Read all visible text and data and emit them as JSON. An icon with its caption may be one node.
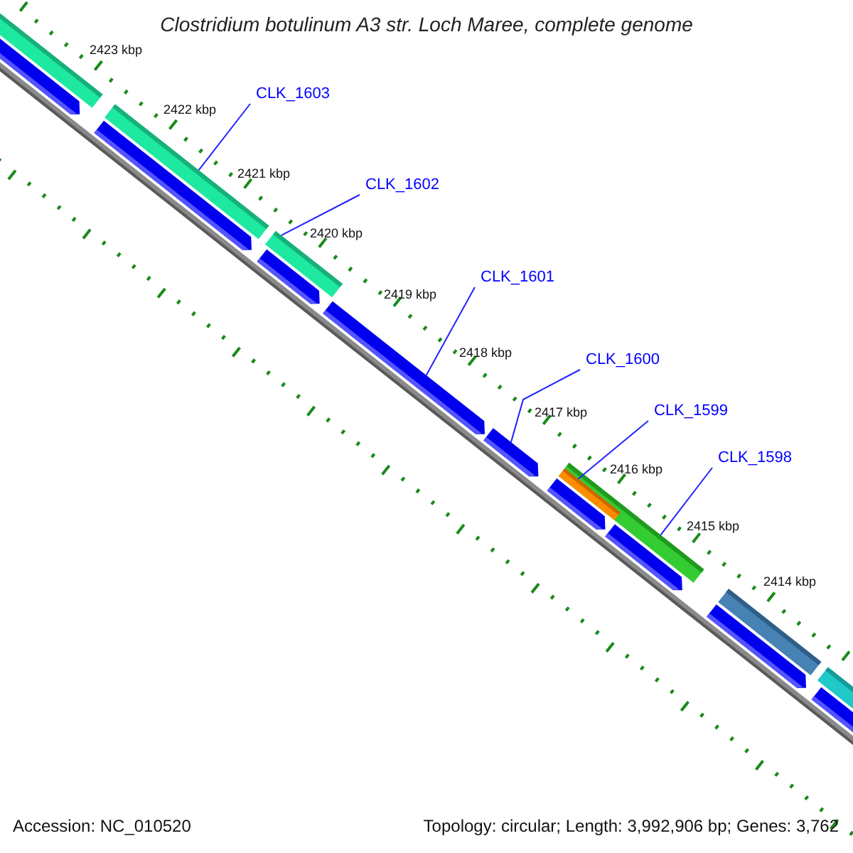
{
  "diagram": {
    "title": "Clostridium botulinum A3 str. Loch Maree, complete genome",
    "nodes": [
      {
        "text": [
          "CLK_1603"
        ]
      },
      {
        "text": [
          "CLK_1602"
        ]
      },
      {
        "text": [
          "CLK_1601"
        ]
      },
      {
        "text": [
          "CLK_1600"
        ]
      },
      {
        "text": [
          "CLK_1599"
        ]
      },
      {
        "text": [
          "CLK_1598"
        ]
      },
      {
        "text": [],
        "shape": "bar"
      },
      {
        "text": [],
        "shape": "box"
      },
      {
        "text": [],
        "shape": "bar"
      },
      {
        "text": [],
        "shape": "box"
      },
      {
        "text": [],
        "shape": "bar"
      },
      {
        "text": [],
        "shape": "box"
      },
      {
        "text": [],
        "shape": "box"
      },
      {
        "text": [],
        "shape": "box"
      },
      {
        "text": [],
        "shape": "bar"
      },
      {
        "text": [],
        "shape": "bar",
        "in": 14
      },
      {
        "text": [],
        "shape": "box"
      },
      {
        "text": [],
        "shape": "box"
      },
      {
        "text": [],
        "shape": "bar"
      },
      {
        "text": [],
        "shape": "box"
      },
      {
        "text": [],
        "shape": "bar"
      },
      {
        "text": [],
        "shape": "box"
      }
    ],
    "edges": [
      {
        "from": 0,
        "to": 8,
        "arrow": "none"
      },
      {
        "from": 1,
        "to": 10,
        "arrow": "none"
      },
      {
        "from": 2,
        "to": 12,
        "arrow": "none"
      },
      {
        "from": 3,
        "to": 13,
        "arrow": "none"
      },
      {
        "from": 4,
        "to": 15,
        "arrow": "none"
      },
      {
        "from": 5,
        "to": 14,
        "arrow": "none"
      }
    ],
    "labels": [
      "2423 kbp",
      "2422 kbp",
      "2421 kbp",
      "2420 kbp",
      "2419 kbp",
      "2418 kbp",
      "2417 kbp",
      "2416 kbp",
      "2415 kbp",
      "2414 kbp",
      "Accession: NC_010520",
      "Topology: circular; Length: 3,992,906 bp; Genes: 3,762"
    ]
  }
}
